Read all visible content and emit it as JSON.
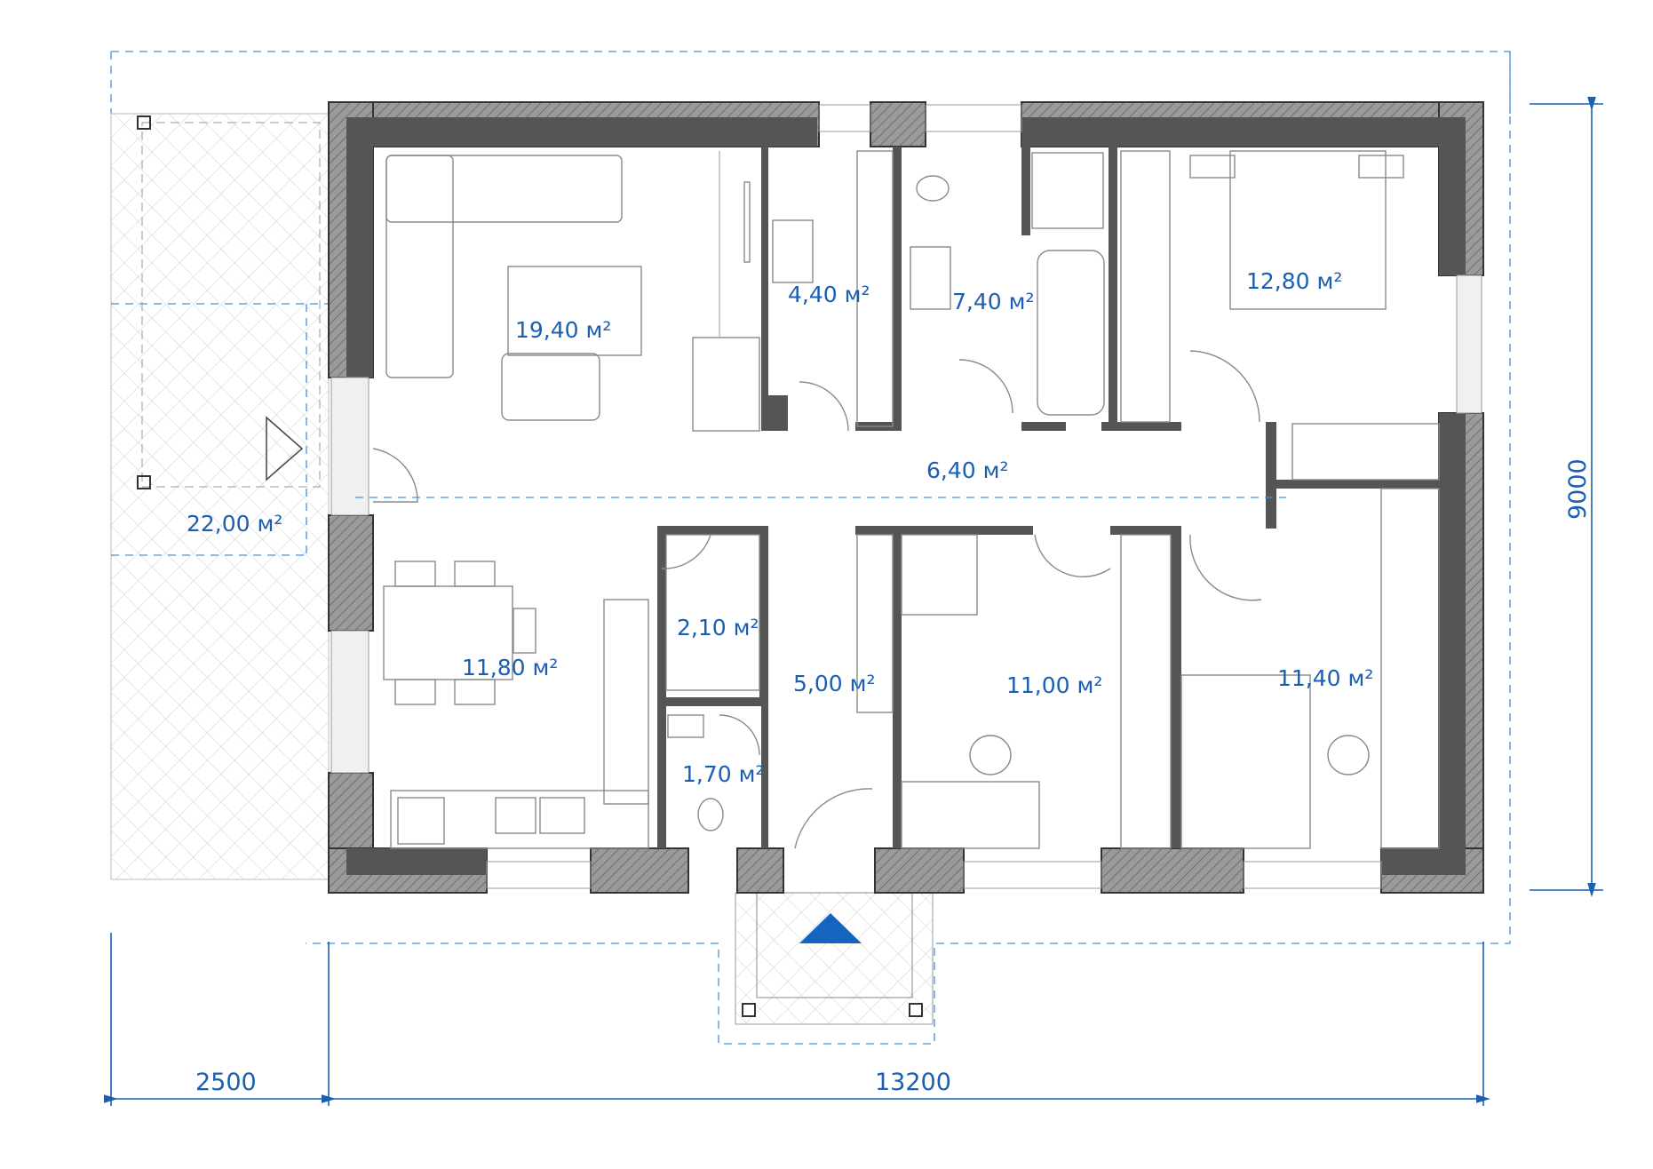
{
  "rooms": {
    "living": "19,40 м²",
    "laundry": "4,40 м²",
    "bathroom": "7,40 м²",
    "bedroom_ne": "12,80 м²",
    "hall": "6,40 м²",
    "terrace": "22,00 м²",
    "kitchen": "11,80 м²",
    "closet": "2,10 м²",
    "entry": "5,00 м²",
    "wc": "1,70 м²",
    "bedroom_s": "11,00 м²",
    "bedroom_se": "11,40 м²"
  },
  "dimensions": {
    "width_terrace": "2500",
    "width_house": "13200",
    "depth_house": "9000"
  },
  "colors": {
    "annotation": "#1a5fb4",
    "wall": "#555555",
    "wall_hatch": "#8a8a8a"
  },
  "icons": {
    "terrace_entry": "triangle-outline-icon",
    "main_entry": "triangle-filled-icon"
  }
}
